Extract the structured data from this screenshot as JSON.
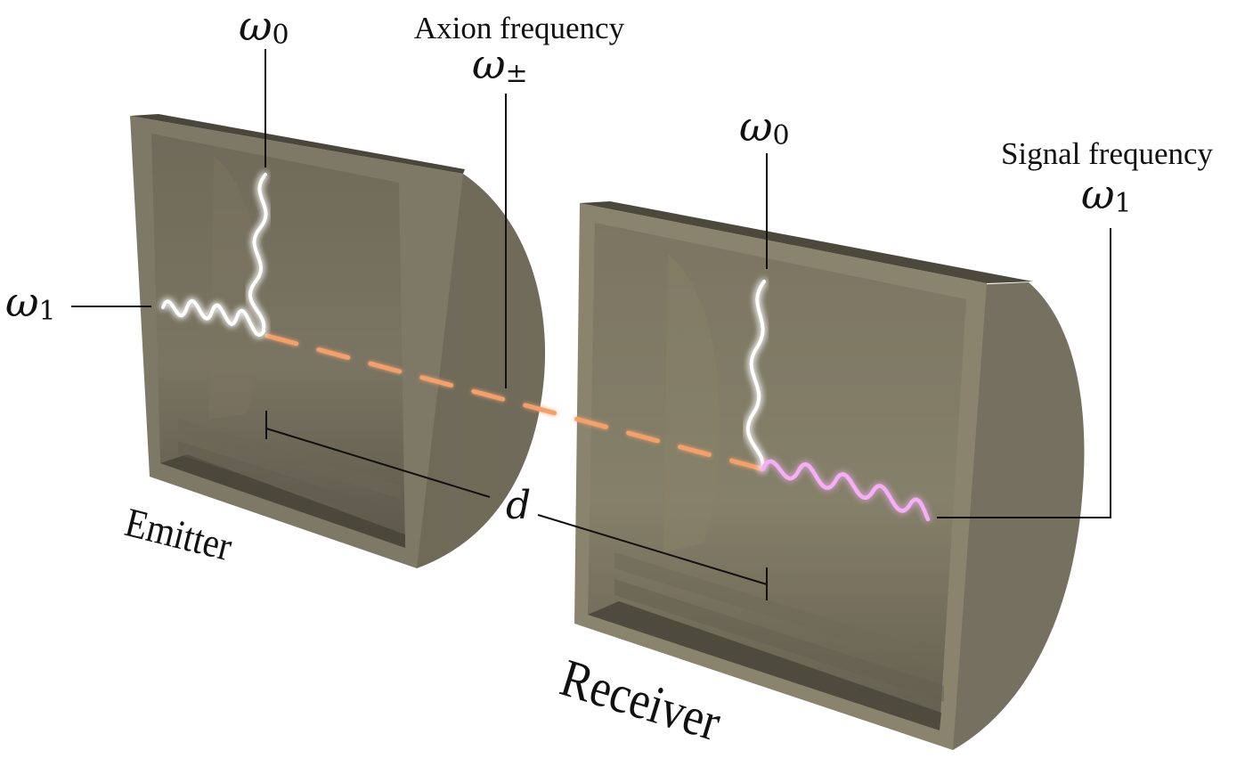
{
  "labels": {
    "omega0_emitter": "ω",
    "omega0_emitter_sub": "0",
    "axion_title": "Axion frequency",
    "axion_symbol": "ω",
    "axion_sub": "±",
    "omega0_receiver": "ω",
    "omega0_receiver_sub": "0",
    "signal_title": "Signal frequency",
    "signal_symbol": "ω",
    "signal_sub": "1",
    "omega1_emitter": "ω",
    "omega1_emitter_sub": "1",
    "distance": "d",
    "emitter": "Emitter",
    "receiver": "Receiver"
  },
  "colors": {
    "cavity_face": "#7d7766",
    "cavity_rim": "#8b8571",
    "cavity_dark": "#4d493d",
    "cavity_side": "#6b6655",
    "photon_white": "#ffffff",
    "axion_orange": "#f4a070",
    "signal_pink": "#f2a8f2"
  }
}
